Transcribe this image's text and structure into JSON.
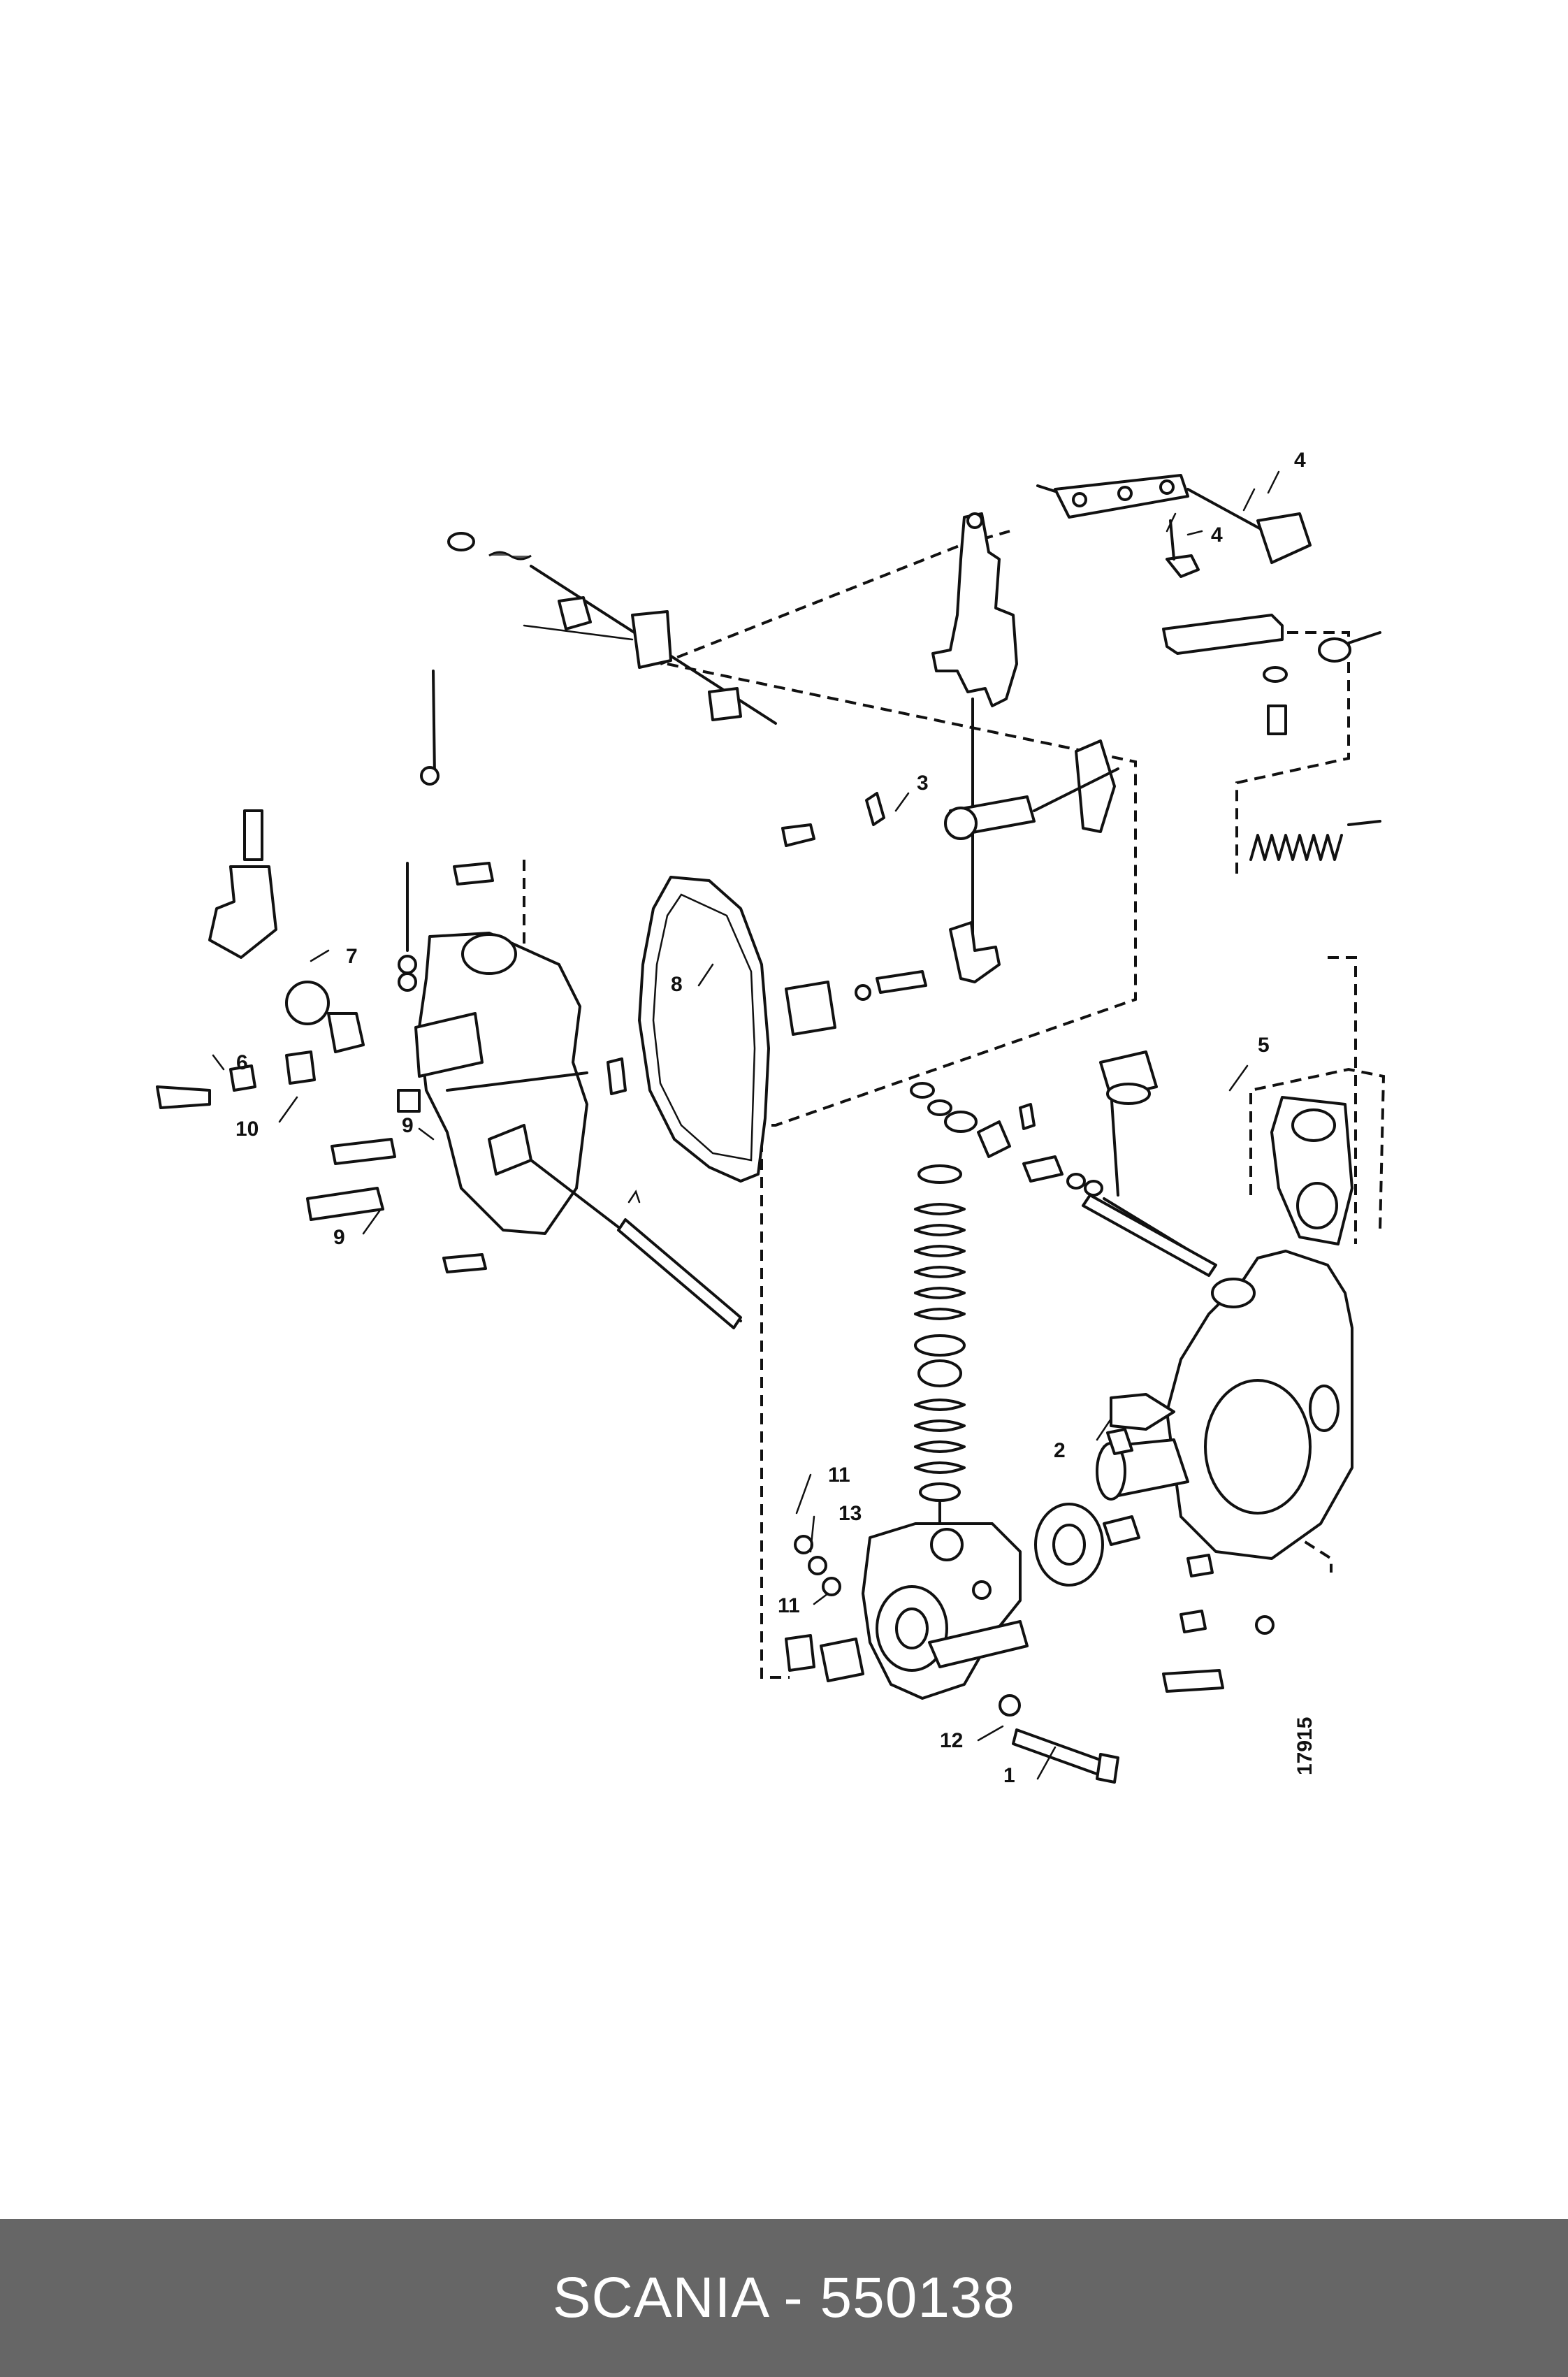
{
  "diagram": {
    "reference_number": "17915",
    "callouts": [
      "1",
      "2",
      "3",
      "4",
      "4",
      "5",
      "6",
      "7",
      "8",
      "9",
      "9",
      "10",
      "11",
      "11",
      "12",
      "13"
    ]
  },
  "footer": {
    "caption": "SCANIA - 550138",
    "background_color": "#666666",
    "text_color": "#ffffff"
  }
}
